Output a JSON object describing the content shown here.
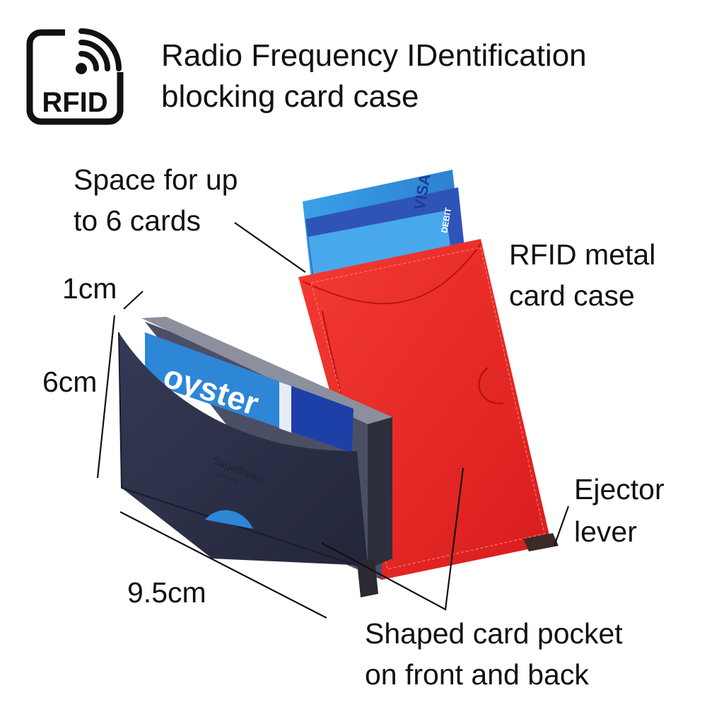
{
  "badge": {
    "label": "RFID",
    "icon": "rfid-wave-icon"
  },
  "title": {
    "line1": "Radio Frequency IDentification",
    "line2": "blocking card case"
  },
  "annotations": {
    "cards_line1": "Space for up",
    "cards_line2": "to 6 cards",
    "depth": "1cm",
    "height": "6cm",
    "width": "9.5cm",
    "metal_line1": "RFID metal",
    "metal_line2": "card case",
    "ejector_line1": "Ejector",
    "ejector_line2": "lever",
    "pocket_line1": "Shaped card pocket",
    "pocket_line2": "on front and back"
  },
  "product": {
    "brand": "SageBrown",
    "city": "LONDON",
    "card_text": "oyster",
    "card_brand": "VISA",
    "card_type": "DEBIT"
  },
  "colors": {
    "navy_leather": "#2b2f45",
    "red_leather": "#ee2424",
    "card_blue": "#2f86d6",
    "text": "#111111"
  }
}
